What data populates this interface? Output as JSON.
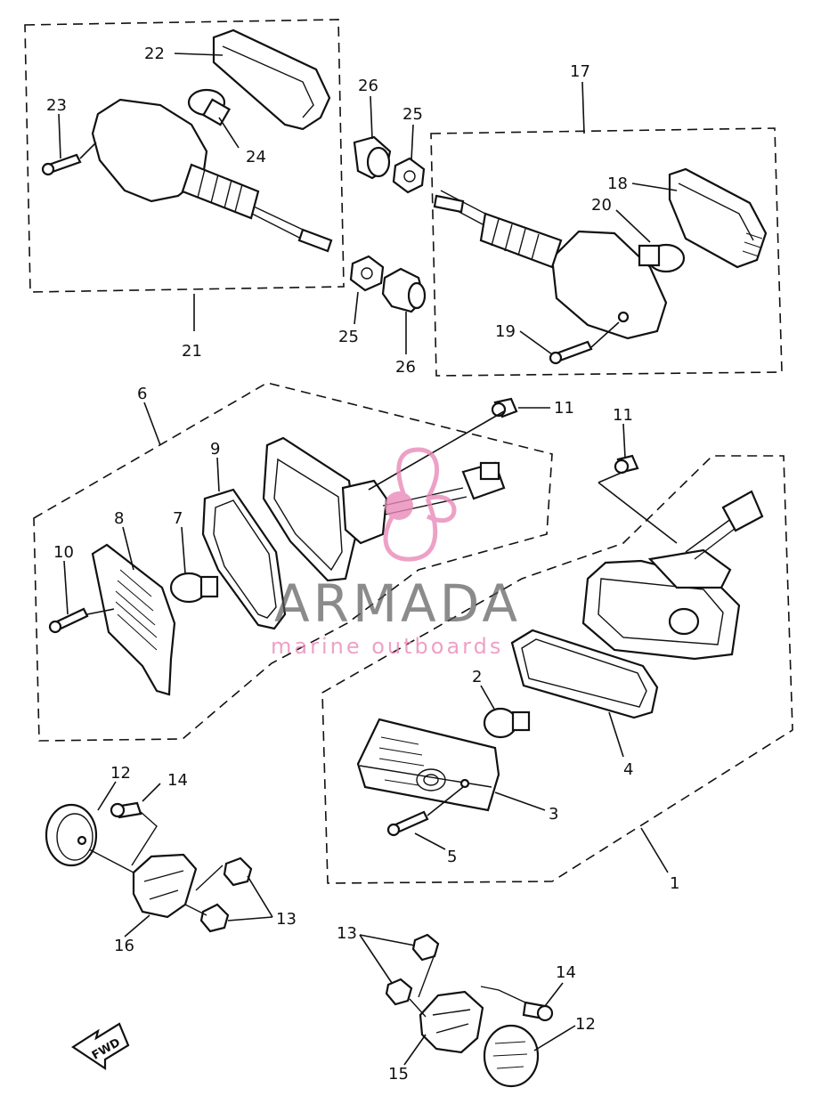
{
  "diagram": {
    "watermark": {
      "brand": "ARMADA",
      "tagline": "marine outboards",
      "accent_color": "#e98ab8"
    },
    "fwd_arrow_label": "FWD",
    "callouts": {
      "c1": "1",
      "c2": "2",
      "c3": "3",
      "c4": "4",
      "c5": "5",
      "c6": "6",
      "c7": "7",
      "c8": "8",
      "c9": "9",
      "c10": "10",
      "c11a": "11",
      "c11b": "11",
      "c12a": "12",
      "c12b": "12",
      "c13a": "13",
      "c13b": "13",
      "c14a": "14",
      "c14b": "14",
      "c15": "15",
      "c16": "16",
      "c17": "17",
      "c18": "18",
      "c19": "19",
      "c20": "20",
      "c21": "21",
      "c22": "22",
      "c23": "23",
      "c24": "24",
      "c25a": "25",
      "c25b": "25",
      "c26a": "26",
      "c26b": "26"
    }
  }
}
